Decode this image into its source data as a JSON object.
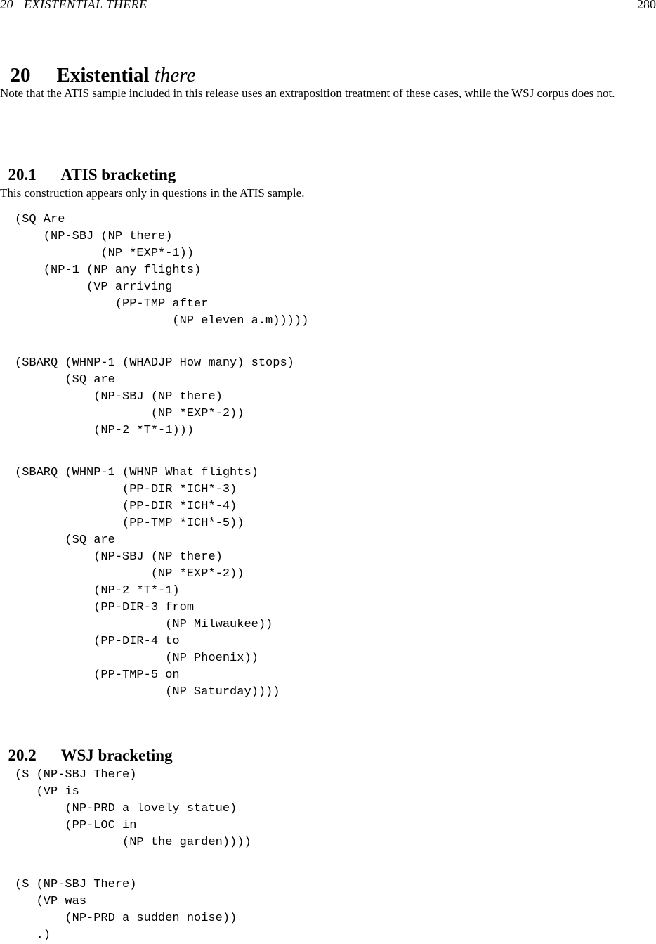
{
  "header": {
    "running_head": "20   EXISTENTIAL THERE",
    "page_number": "280"
  },
  "chapter": {
    "number": "20",
    "title": "Existential",
    "title_italic": "there"
  },
  "intro": "Note that the ATIS sample included in this release uses an extraposition treatment of these cases, while the WSJ corpus does not.",
  "section_atis": {
    "number": "20.1",
    "title": "ATIS bracketing",
    "text": "This construction appears only in questions in the ATIS sample.",
    "examples": [
      "(SQ Are\n    (NP-SBJ (NP there)\n            (NP *EXP*-1))\n    (NP-1 (NP any flights)\n          (VP arriving\n              (PP-TMP after\n                      (NP eleven a.m)))))",
      "(SBARQ (WHNP-1 (WHADJP How many) stops)\n       (SQ are\n           (NP-SBJ (NP there)\n                   (NP *EXP*-2))\n           (NP-2 *T*-1)))",
      "(SBARQ (WHNP-1 (WHNP What flights)\n               (PP-DIR *ICH*-3)\n               (PP-DIR *ICH*-4)\n               (PP-TMP *ICH*-5))\n       (SQ are\n           (NP-SBJ (NP there)\n                   (NP *EXP*-2))\n           (NP-2 *T*-1)\n           (PP-DIR-3 from\n                     (NP Milwaukee))\n           (PP-DIR-4 to\n                     (NP Phoenix))\n           (PP-TMP-5 on\n                     (NP Saturday))))"
    ]
  },
  "section_wsj": {
    "number": "20.2",
    "title": "WSJ bracketing",
    "examples": [
      "(S (NP-SBJ There)\n   (VP is\n       (NP-PRD a lovely statue)\n       (PP-LOC in\n               (NP the garden))))",
      "(S (NP-SBJ There)\n   (VP was\n       (NP-PRD a sudden noise))\n   .)"
    ]
  }
}
